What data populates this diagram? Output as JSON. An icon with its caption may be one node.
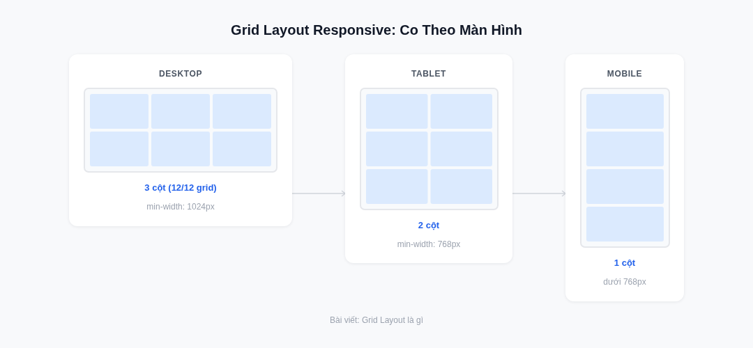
{
  "diagram": {
    "title": "Grid Layout Responsive: Co Theo Màn Hình",
    "caption": "Bài viết: Grid Layout là gì",
    "nodes": [
      {
        "text": [
          "DESKTOP",
          "3 cột (12/12 grid)",
          "min-width: 1024px"
        ]
      },
      {
        "text": [
          "TABLET",
          "2 cột",
          "min-width: 768px"
        ]
      },
      {
        "text": [
          "MOBILE",
          "1 cột",
          "dưới 768px"
        ]
      }
    ],
    "edges": [
      {
        "from": 0,
        "to": 1,
        "arrow": "to"
      },
      {
        "from": 1,
        "to": 2,
        "arrow": "to"
      }
    ]
  }
}
